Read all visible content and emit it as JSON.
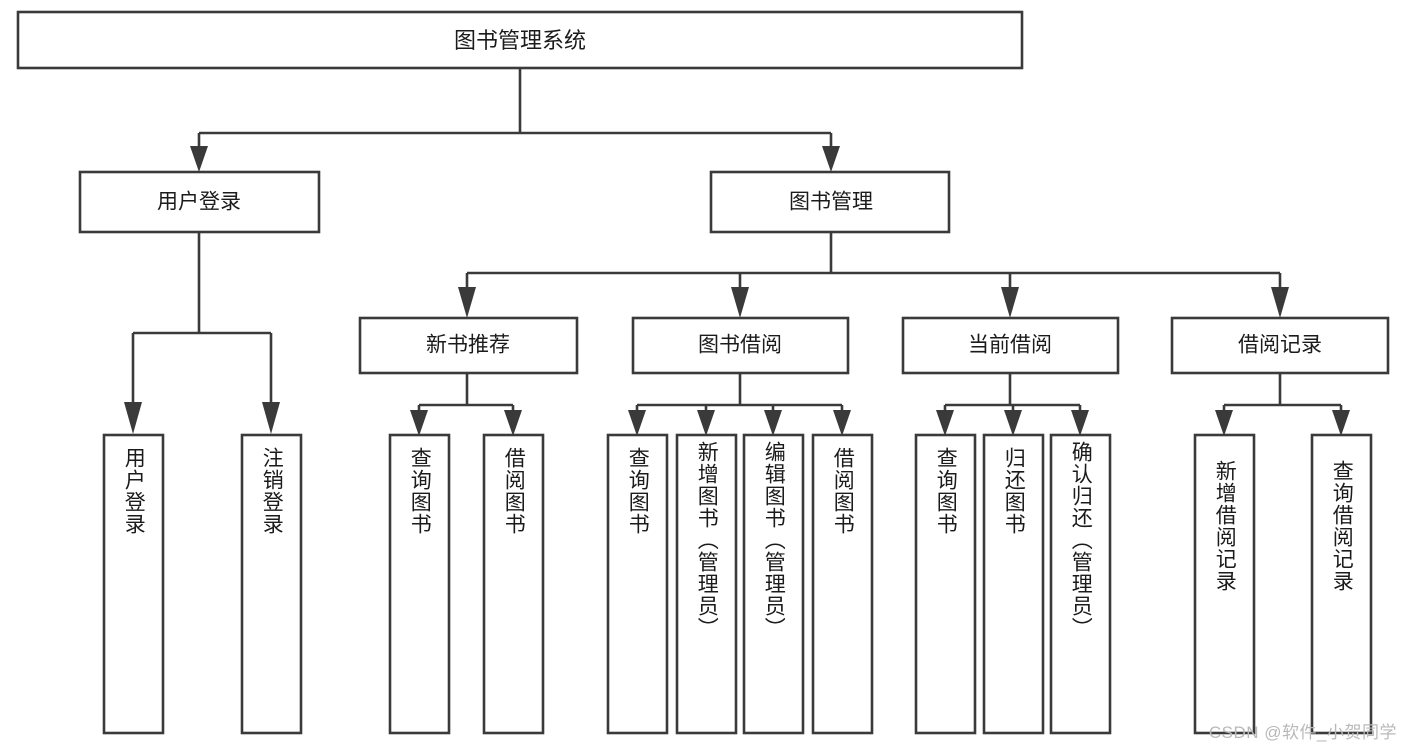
{
  "diagram": {
    "type": "tree-hierarchy-flowchart",
    "title": "图书管理系统",
    "colors": {
      "stroke": "#3a3a3a",
      "fill": "#ffffff",
      "text": "#1b1b1b",
      "watermark": "#b9b9b9",
      "background": "#ffffff"
    },
    "root": {
      "label": "图书管理系统"
    },
    "level1": [
      {
        "label": "用户登录"
      },
      {
        "label": "图书管理"
      }
    ],
    "level2": [
      {
        "label": "新书推荐"
      },
      {
        "label": "图书借阅"
      },
      {
        "label": "当前借阅"
      },
      {
        "label": "借阅记录"
      }
    ],
    "leaves": {
      "user_login": [
        {
          "label": "用户登录"
        },
        {
          "label": "注销登录"
        }
      ],
      "new_book_recommend": [
        {
          "label": "查询图书"
        },
        {
          "label": "借阅图书"
        }
      ],
      "book_borrow": [
        {
          "label": "查询图书"
        },
        {
          "label": "新增图书（管理员）"
        },
        {
          "label": "编辑图书（管理员）"
        },
        {
          "label": "借阅图书"
        }
      ],
      "current_borrow": [
        {
          "label": "查询图书"
        },
        {
          "label": "归还图书"
        },
        {
          "label": "确认归还（管理员）"
        }
      ],
      "borrow_record": [
        {
          "label": "新增借阅记录"
        },
        {
          "label": "查询借阅记录"
        }
      ]
    },
    "watermark": "CSDN @软件_小贺同学"
  }
}
